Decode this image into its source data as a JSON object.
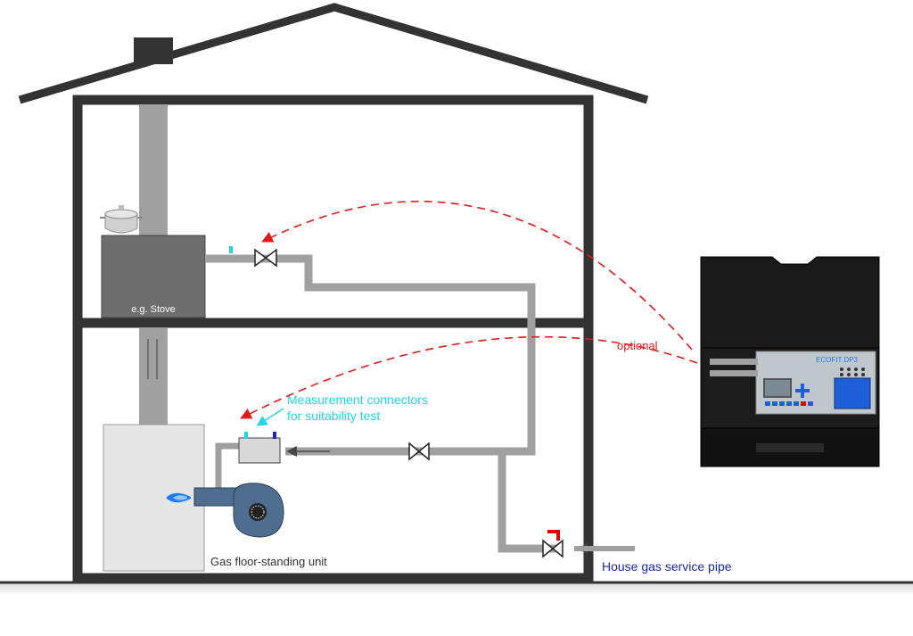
{
  "labels": {
    "stove": "e.g. Stove",
    "optional": "optional",
    "measurement_line1": "Measurement connectors",
    "measurement_line2": "for suitability test",
    "floor_unit": "Gas floor-standing unit",
    "service_pipe": "House gas service pipe",
    "device_name": "ECOFIT DP3"
  },
  "colors": {
    "house_frame": "#333333",
    "pipe": "#a0a0a0",
    "dashed_arrow": "#e01b1b",
    "measurement_text": "#22d3e8",
    "service_pipe_text": "#1a2aa8",
    "device_label": "#2a7ad8",
    "stove": "#6e6e6e",
    "boiler": "#e6e6e6",
    "blower": "#4f6e8f",
    "flame": "#1e7bff",
    "case": "#1a1a1a",
    "panel": "#bfc6cc",
    "red_valve": "#e00000"
  },
  "icons": [
    "pot-icon",
    "valve-icon",
    "flame-icon",
    "blower-icon",
    "measurement-connector-icon",
    "gas-meter-device-icon"
  ]
}
